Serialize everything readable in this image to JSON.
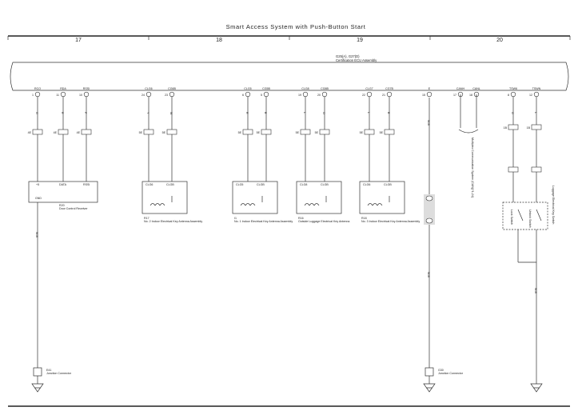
{
  "title": "Smart Access System with Push-Button Start",
  "sections": [
    "17",
    "18",
    "19",
    "20"
  ],
  "ecu": {
    "code": "G25(A), G27(D)",
    "name": "Certification ECU Assembly"
  },
  "ecu_pins": [
    {
      "label": "RCO",
      "num": "1"
    },
    {
      "label": "RDA",
      "num": "11"
    },
    {
      "label": "RSSI",
      "num": "10"
    },
    {
      "label": "CLG6",
      "num": "24"
    },
    {
      "label": "CG6B",
      "num": "23"
    },
    {
      "label": "CLG5",
      "num": "6"
    },
    {
      "label": "CG5B",
      "num": "5"
    },
    {
      "label": "CLG8",
      "num": "19"
    },
    {
      "label": "CG8B",
      "num": "20"
    },
    {
      "label": "CLG7",
      "num": "22"
    },
    {
      "label": "CG7B",
      "num": "21"
    },
    {
      "label": "E",
      "num": "15"
    },
    {
      "label": "CANH",
      "num": "17"
    },
    {
      "label": "CANL",
      "num": "18"
    },
    {
      "label": "TSW6",
      "num": "8"
    },
    {
      "label": "TSWN",
      "num": "12"
    }
  ],
  "wire_colors": [
    "G",
    "R",
    "P",
    "Y",
    "W",
    "R",
    "B",
    "L",
    "O",
    "L",
    "B",
    "W-B",
    "G",
    "L",
    "W-B"
  ],
  "inline_connectors": [
    "4E",
    "4E",
    "4E",
    "5E",
    "5E",
    "5E",
    "5E",
    "5E",
    "5E",
    "5E",
    "5E",
    "1B",
    "1B"
  ],
  "components": [
    {
      "code": "R20",
      "name": "Door Control Receiver",
      "pins": [
        "+5",
        "DATA",
        "RSSI",
        "GND"
      ]
    },
    {
      "code": "R17",
      "name": "No. 2 Indoor Electrical Key Antenna Assembly",
      "pins": [
        "CLG6",
        "CLGB"
      ]
    },
    {
      "code": "I1",
      "name": "No. 1 Indoor Electrical Key Antenna Assembly",
      "pins": [
        "CLG5",
        "CLGB"
      ]
    },
    {
      "code": "R16",
      "name": "Outside Luggage Electrical Key Antenna",
      "pins": [
        "CLG8",
        "CLGB"
      ]
    },
    {
      "code": "R18",
      "name": "No. 3 Indoor Electrical Key Antenna Assembly",
      "pins": [
        "CLG6",
        "CLGB"
      ]
    }
  ],
  "comm_note": "Multiplex Communication System (CAN)(*1-24)",
  "luggage_switch": {
    "name": "Luggage Electrical Key Switch",
    "sw1": "Lock Switch",
    "sw2": "Unlock Switch"
  },
  "junctions": [
    {
      "code": "E41",
      "name": "Junction Connector"
    },
    {
      "code": "G30",
      "name": "Junction Connector"
    }
  ],
  "bottom_wire_colors": [
    "W-B",
    "W-B",
    "W-B"
  ]
}
